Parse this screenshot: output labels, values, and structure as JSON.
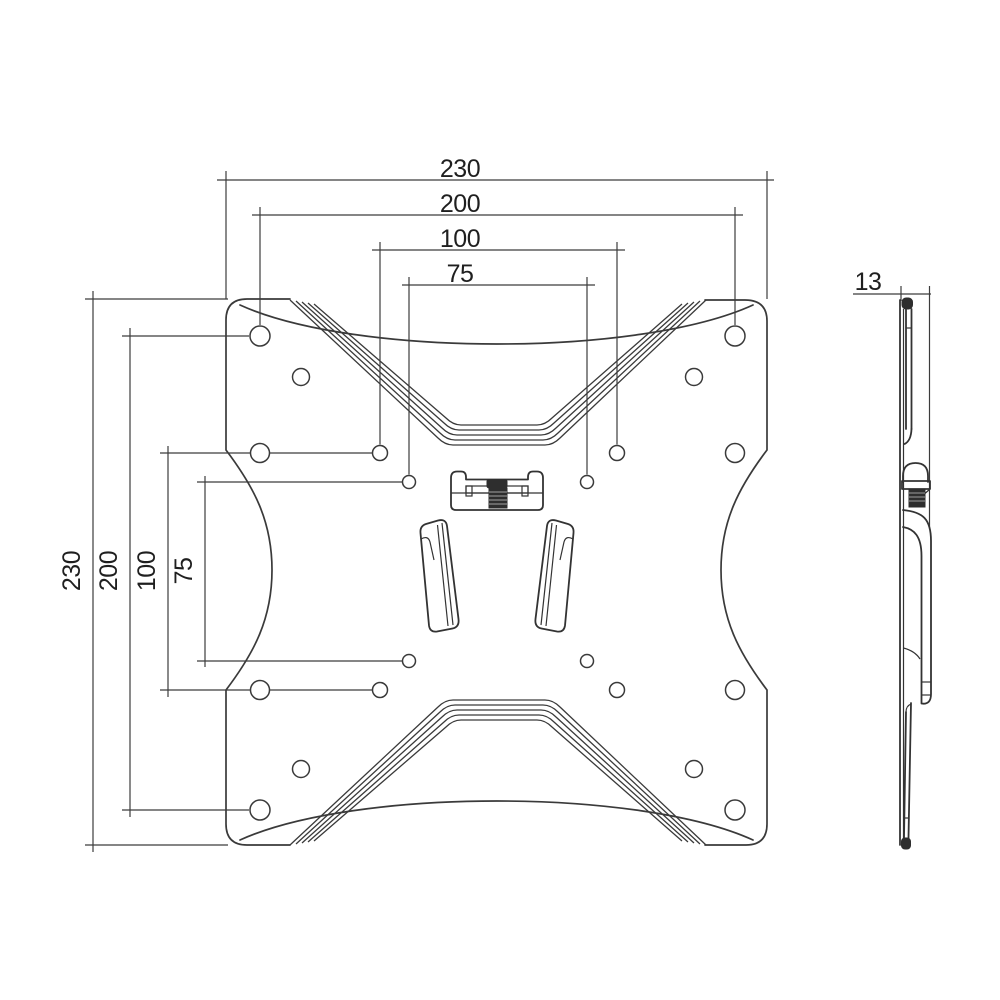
{
  "drawing_type": "wall-mount-bracket-technical-drawing",
  "colors": {
    "background": "#ffffff",
    "line": "#3a3a3a",
    "dark_fill": "#2e2e2e",
    "text": "#1f1f1f"
  },
  "front_view": {
    "top_dimensions": [
      "230",
      "200",
      "100",
      "75"
    ],
    "left_dimensions": [
      "230",
      "200",
      "100",
      "75"
    ]
  },
  "side_view": {
    "thickness_dimension": "13"
  }
}
